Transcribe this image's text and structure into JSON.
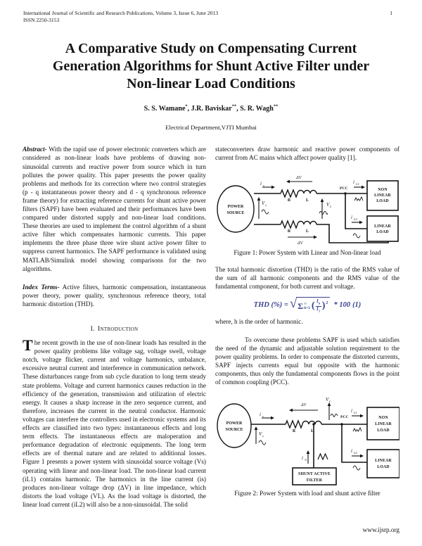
{
  "header": {
    "journal_line": "International Journal of Scientific and Research Publications, Volume 3, Issue 6, June 2013",
    "issn_line": "ISSN 2250-3153",
    "page_number": "1"
  },
  "title_lines": [
    "A Comparative Study on Compensating Current",
    "Generation Algorithms for Shunt Active Filter under",
    "Non-linear Load Conditions"
  ],
  "authors": [
    {
      "name": "S. S. Wamane",
      "mark": "*"
    },
    {
      "name": ", J.R. Baviskar",
      "mark": "**"
    },
    {
      "name": ", S. R. Wagh",
      "mark": "**"
    }
  ],
  "affiliation": "Electrical Department,VJTI Mumbai",
  "abstract": {
    "label": "Abstract-",
    "text": " With the rapid use of power electronic converters which are considered as non-linear loads have problems of drawing non-sinusoidal currents and reactive power from source which in turn pollutes the power quality. This paper presents the power quality problems and methods for its correction where two control strategies (p - q instantaneous power theory and d - q synchronous reference frame theory) for extracting reference currents for shunt active power filters (SAPF) have been evaluated and their performances have been compared under distorted supply and non-linear load conditions. These theories are used to implement the control algorithm of a shunt active filter which compensates harmonic currents. This paper implements the three phase three wire shunt active power filter to suppress current harmonics. The SAPF performance is validated using MATLAB/Simulink model showing comparisons for the two algorithms."
  },
  "index_terms": {
    "label": "Index Terms-",
    "text": " Active filters, harmonic compensation, instantaneous power theory, power quality, synchronous reference theory, total harmonic distortion (THD)."
  },
  "section1": {
    "number": "I.",
    "title": "Introduction"
  },
  "intro": {
    "dropcap": "T",
    "text": "he recent growth in the use of non-linear loads has resulted in the power quality problems like voltage sag, voltage swell, voltage notch, voltage flicker, current and voltage harmonics, unbalance, excessive neutral current and interference in communication network. These disturbances range from sub cycle duration to long term steady state problems. Voltage and current harmonics causes reduction in the efficiency of the generation, transmission and utilization of electric energy. It causes a sharp increase in the zero sequence current, and therefore, increases the current in the neutral conductor. Harmonic voltages can interfere the controllers used in electronic systems and its effects are classified into two types: instantaneous effects and long term effects. The instantaneous effects are maloperation and performance degradation of electronic equipments. The long term effects are of thermal nature and are related to additional losses. Figure 1 presents a power system with sinusoidal source voltage (Vs) operating with linear and non-linear load. The non-linear load current (iL1) contains harmonic. The harmonics in the line current (is) produces non-linear voltage drop (ΔV) in line impedance, which distorts the load voltage (VL). As the load voltage is distorted, the linear load current (iL2) will also be a non-sinusoidal. The solid"
  },
  "right_col": {
    "para1": "stateconverters draw harmonic and reactive power components of current from AC mains which affect power quality [1].",
    "fig1_caption": "Figure 1: Power System with Linear and Non-linear load",
    "thd_para": "The total harmonic distortion (THD) is the ratio of the RMS value of the sum of all harmonic components and the RMS value of the fundamental component, for both current and voltage.",
    "where_line": "where, h is the order of harmonic.",
    "para2": "To overcome these problems SAPF is used which satisfies the need of the dynamic and adjustable solution requirement to the power quality problems. In order to compensate the distorted currents, SAPF injects currents equal but opposite with the harmonic components, thus only the fundamental components flows in the point of common coupling (PCC).",
    "fig2_caption": "Figure 2: Power System with load and shunt active filter"
  },
  "equation": {
    "lhs": "THD (%) =",
    "sigma": "Σ",
    "sup": "∞",
    "sub": "h=2",
    "lparen": "(",
    "num_base": "I",
    "num_sub": "h",
    "den_base": "I",
    "den_sub": "1",
    "rparen": ")",
    "power": "2",
    "mult": "* 100",
    "number": "(1)"
  },
  "fig": {
    "power": "POWER",
    "source": "SOURCE",
    "non": "NON",
    "linear": "LINEAR",
    "load": "LOAD",
    "shunt": "SHUNT ACTIVE",
    "filter": "FILTER",
    "pcc": "PCC",
    "r": "R",
    "l": "L",
    "dv": "ΔV",
    "i": "i",
    "v": "V",
    "sub_s": "s",
    "sub_l": "L",
    "sub_l1": "L1",
    "sub_l2": "L2",
    "sub_a": "A"
  },
  "footer": {
    "url": "www.ijsrp.org"
  }
}
